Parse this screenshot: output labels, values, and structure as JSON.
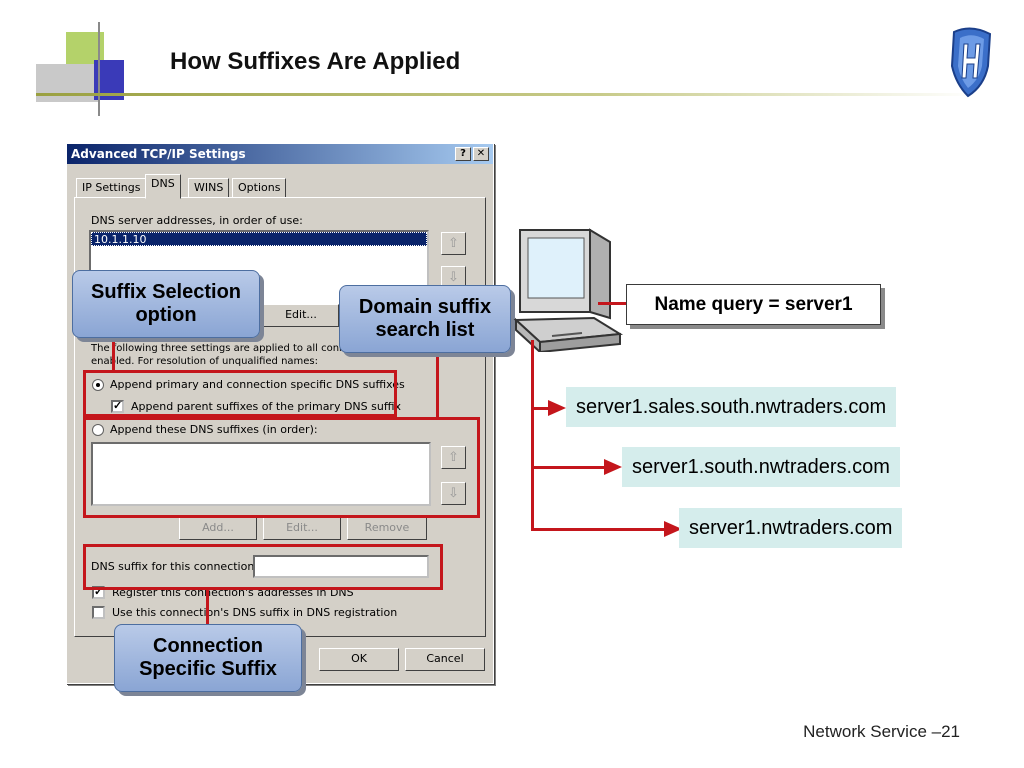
{
  "slide": {
    "title": "How Suffixes Are Applied",
    "footer": "Network Service –21"
  },
  "dialog": {
    "title": "Advanced TCP/IP Settings",
    "help_button": "?",
    "close_button": "✕",
    "tabs": [
      "IP Settings",
      "DNS",
      "WINS",
      "Options"
    ],
    "dns_servers_label": "DNS server addresses, in order of use:",
    "dns_servers": [
      "10.1.1.10"
    ],
    "edit_label": "Edit...",
    "info_text_1": "The following three settings are applied to all conn",
    "info_text_2": "enabled. For resolution of unqualified names:",
    "radio_primary": "Append primary and connection specific DNS suffixes",
    "check_parent": "Append parent suffixes of the primary DNS suffix",
    "radio_these": "Append these DNS suffixes (in order):",
    "add_label": "Add...",
    "edit2_label": "Edit...",
    "remove_label": "Remove",
    "suffix_label": "DNS suffix for this connection:",
    "suffix_value": "",
    "check_register": "Register this connection's addresses in DNS",
    "check_use_suffix": "Use this connection's DNS suffix in DNS registration",
    "ok_label": "OK",
    "cancel_label": "Cancel",
    "arrow_up": "⇧",
    "arrow_down": "⇩"
  },
  "callouts": {
    "suffix_selection": "Suffix Selection option",
    "domain_suffix": "Domain suffix search list",
    "connection_specific": "Connection Specific Suffix"
  },
  "query": "Name query = server1",
  "results": [
    "server1.sales.south.nwtraders.com",
    "server1.south.nwtraders.com",
    "server1.nwtraders.com"
  ],
  "colors": {
    "highlight_red": "#c4161c",
    "callout_blue": "#8aa5d4",
    "result_bg": "#d5edec"
  },
  "icons": [
    "computer-icon",
    "logo-shield-icon"
  ]
}
